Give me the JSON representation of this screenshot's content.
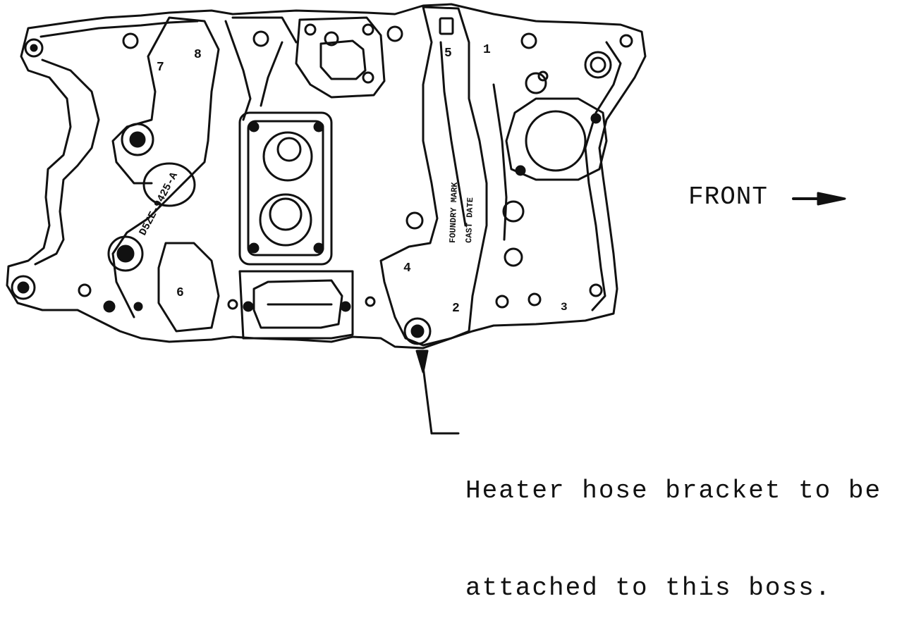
{
  "direction_label": "FRONT",
  "callout": {
    "line1": "Heater hose bracket to be",
    "line2": "attached to this boss."
  },
  "cylinder_numbers": [
    "1",
    "2",
    "3",
    "4",
    "5",
    "6",
    "7",
    "8"
  ],
  "casting_marks": {
    "left_runner": "D5ZE-9425-A",
    "right_runner_a": "FOUNDRY MARK",
    "right_runner_b": "CAST DATE"
  },
  "colors": {
    "line": "#111111",
    "background": "#ffffff"
  }
}
